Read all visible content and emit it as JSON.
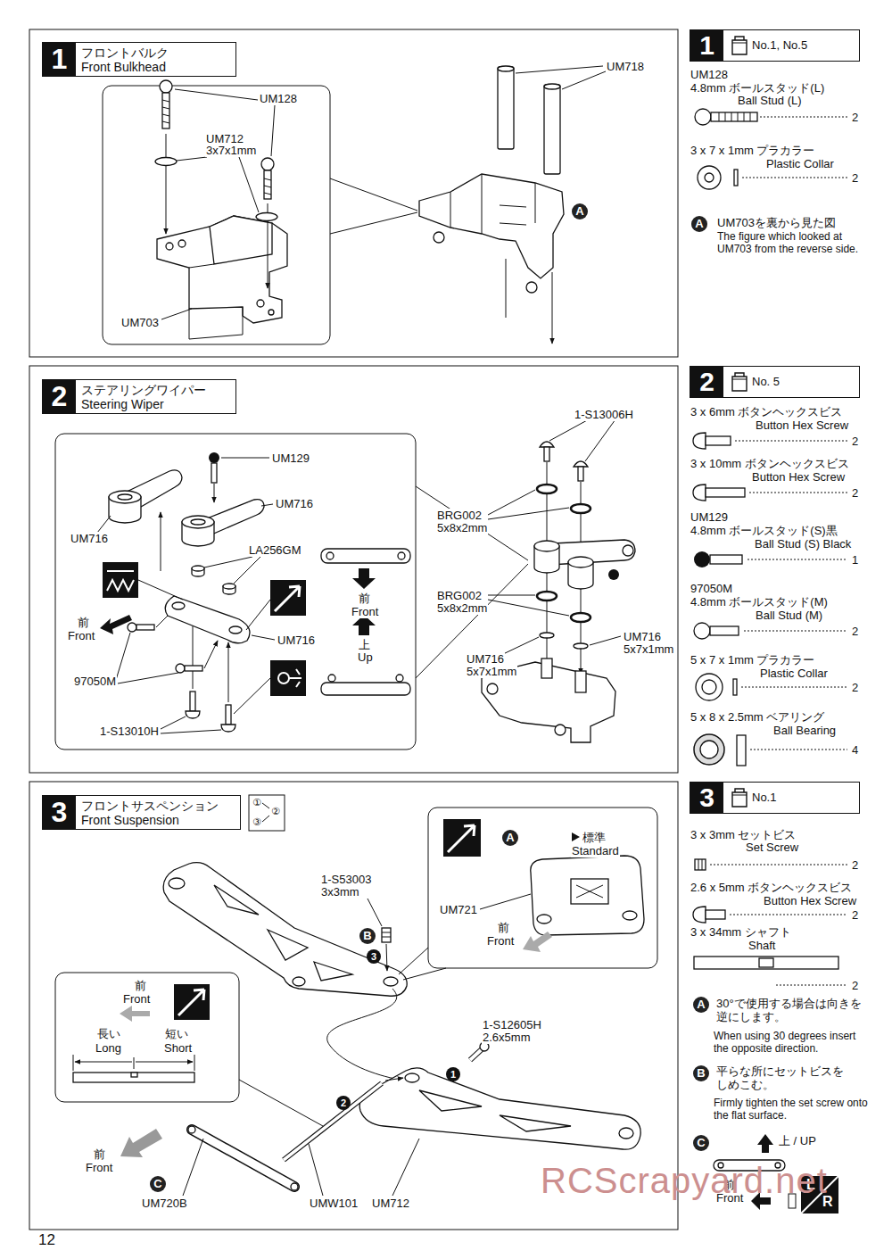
{
  "diagram": {
    "nodes": [
      {
        "text": [
          "1",
          "フロントバルク Front Bulkhead"
        ]
      },
      {
        "text": [
          "1",
          "No.1, No.5"
        ]
      },
      {
        "text": [
          "2",
          "ステアリングワイパー Steering Wiper"
        ]
      },
      {
        "text": [
          "2",
          "No. 5"
        ]
      },
      {
        "text": [
          "3",
          "フロントサスペンション Front Suspension"
        ]
      },
      {
        "text": [
          "3",
          "No.1"
        ]
      }
    ],
    "labels": [
      "UM718",
      "UM128",
      "UM712",
      "3x7x1mm",
      "UM703",
      "A",
      "UM128",
      "4.8mm ボールスタッド(L)",
      "Ball Stud (L)",
      "2",
      "3 x 7 x 1mm プラカラー",
      "Plastic Collar",
      "2",
      "A",
      "UM703を裏から見た図",
      "The figure which looked at UM703 from the reverse side.",
      "1-S13006H",
      "UM129",
      "UM716",
      "UM716",
      "LA256GM",
      "BRG002",
      "5x8x2mm",
      "前",
      "Front",
      "BRG002",
      "5x8x2mm",
      "上",
      "Up",
      "前",
      "Front",
      "UM716",
      "UM716",
      "5x7x1mm",
      "UM716",
      "5x7x1mm",
      "97050M",
      "1-S13010H",
      "3 x 6mm ボタンヘックスビス",
      "Button Hex Screw",
      "2",
      "3 x 10mm ボタンヘックスビス",
      "Button Hex Screw",
      "2",
      "UM129",
      "4.8mm ボールスタッド(S)黒",
      "Ball Stud (S) Black",
      "1",
      "97050M",
      "4.8mm ボールスタッド(M)",
      "Ball Stud (M)",
      "2",
      "5 x 7 x 1mm プラカラー",
      "Plastic Collar",
      "2",
      "5 x 8 x 2.5mm ベアリング",
      "Ball Bearing",
      "4",
      "①",
      "②",
      "③",
      "A",
      "標準",
      "Standard",
      "UM721",
      "前",
      "Front",
      "1-S53003",
      "3x3mm",
      "B",
      "3",
      "前",
      "Front",
      "長い",
      "Long",
      "短い",
      "Short",
      "1-S12605H",
      "2.6x5mm",
      "1",
      "2",
      "前",
      "Front",
      "C",
      "UM720B",
      "UMW101",
      "UM712",
      "L",
      "R",
      "3 x 3mm セットビス",
      "Set Screw",
      "2",
      "2.6 x 5mm ボタンヘックスビス",
      "Button Hex Screw",
      "2",
      "3 x 34mm シャフト",
      "Shaft",
      "2",
      "A",
      "30°で使用する場合は向きを 逆にします。",
      "When using 30 degrees insert the opposite direction.",
      "B",
      "平らな所にセットビスを しめこむ。",
      "Firmly tighten the set screw onto the flat surface.",
      "C",
      "上 / UP",
      "前",
      "Front",
      "12",
      "RCScrapyard.net"
    ]
  }
}
